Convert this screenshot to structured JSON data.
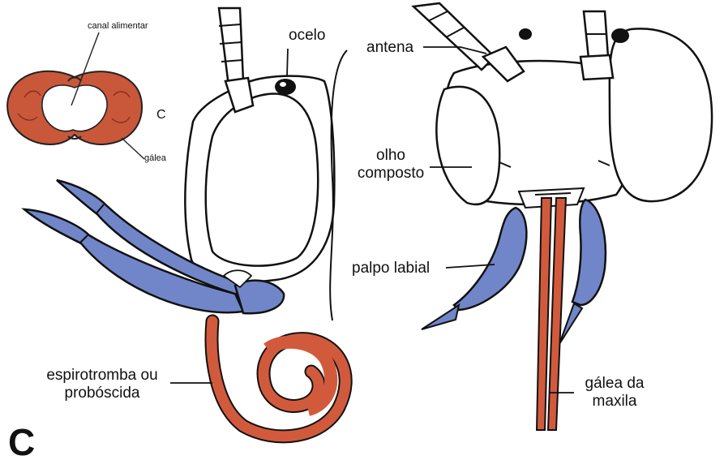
{
  "figure": {
    "panel_letter": "C",
    "colors": {
      "outline": "#111111",
      "blue_parts": "#7186C8",
      "orange_parts": "#D25A3C",
      "inset_fill": "#C9573A",
      "background": "#ffffff"
    },
    "inset": {
      "label_canal": "canal alimentar",
      "label_section": "C",
      "label_galea": "gálea"
    },
    "labels": {
      "ocelo": "ocelo",
      "antena": "antena",
      "olho_composto_1": "olho",
      "olho_composto_2": "composto",
      "palpo_labial": "palpo labial",
      "espirotromba_1": "espirotromba ou",
      "espirotromba_2": "probóscida",
      "galea_maxila_1": "gálea da",
      "galea_maxila_2": "maxila"
    }
  }
}
